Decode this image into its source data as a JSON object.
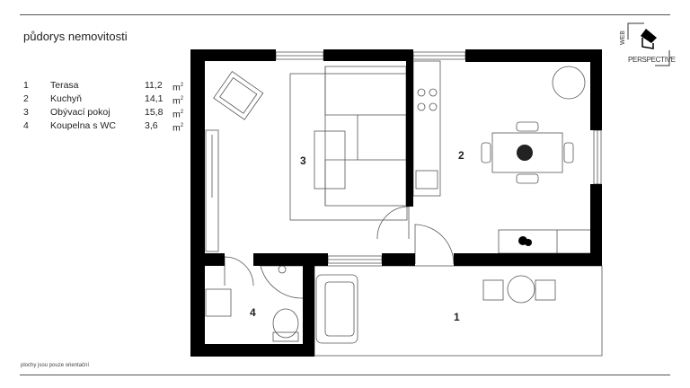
{
  "header": {
    "title": "půdorys nemovitosti"
  },
  "legend": [
    {
      "num": "1",
      "name": "Terasa",
      "area": "11,2",
      "unit": "m",
      "sup": "2"
    },
    {
      "num": "2",
      "name": "Kuchyň",
      "area": "14,1",
      "unit": "m",
      "sup": "2"
    },
    {
      "num": "3",
      "name": "Obývací pokoj",
      "area": "15,8",
      "unit": "m",
      "sup": "2"
    },
    {
      "num": "4",
      "name": "Koupelna s WC",
      "area": "3,6",
      "unit": "m",
      "sup": "2"
    }
  ],
  "plan": {
    "labels": {
      "r1": "1",
      "r2": "2",
      "r3": "3",
      "r4": "4"
    }
  },
  "logo": {
    "line1": "WEB",
    "line2": "PERSPECTIVE"
  },
  "footer": {
    "note": "plochy jsou pouze orientační"
  },
  "colors": {
    "wall": "#000000",
    "line": "#555555"
  }
}
